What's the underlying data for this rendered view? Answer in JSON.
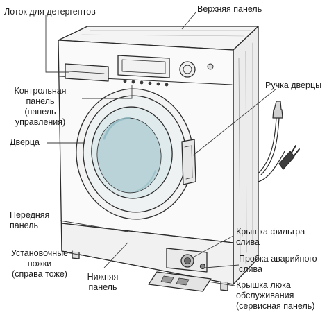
{
  "labels": {
    "detergent_tray": "Лоток для детергентов",
    "top_panel": "Верхняя панель",
    "control_panel": "Контрольная\nпанель\n(панель\nуправления)",
    "door_handle": "Ручка дверцы",
    "door": "Дверца",
    "front_panel": "Передняя\nпанель",
    "adjustable_feet": "Установочные\nножки\n(справа тоже)",
    "bottom_panel": "Нижняя\nпанель",
    "drain_filter_cover": "Крышка фильтра\nслива",
    "emergency_drain_plug": "Пробка аварийного\nслива",
    "service_hatch_cover": "Крышка люка\nобслуживания\n(сервисная панель)"
  },
  "colors": {
    "outline": "#2b2b2b",
    "leader": "#3a3a3a",
    "body_light": "#f7f7f7",
    "body_shade": "#e9e9e9",
    "door_glass_outer": "#dfeaec",
    "door_glass_inner": "#b9d3d8",
    "door_glass_highlight": "#8fb9c2"
  },
  "icons": {
    "power_plug": "plug-icon",
    "hose": "hose-icon"
  }
}
